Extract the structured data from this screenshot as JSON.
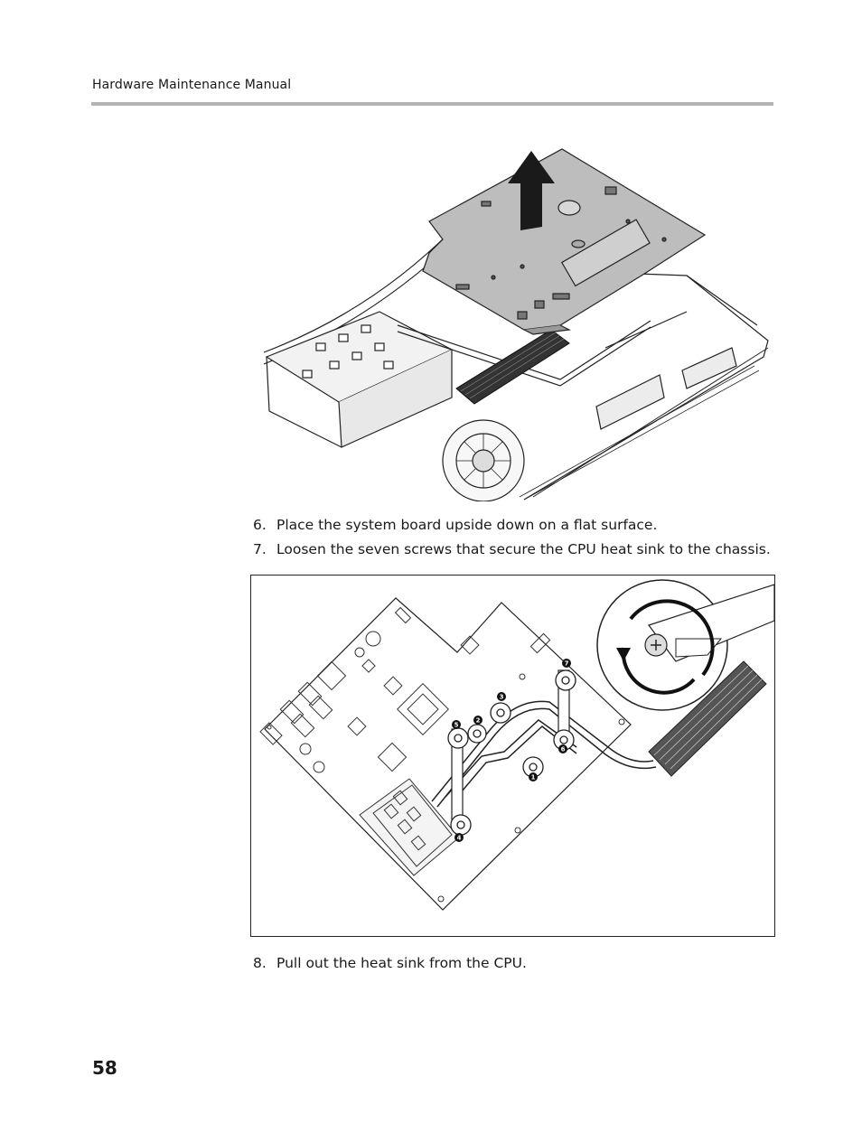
{
  "header": {
    "title": "Hardware Maintenance Manual"
  },
  "steps": [
    {
      "number": "6.",
      "text": "Place the system board upside down on a flat surface."
    },
    {
      "number": "7.",
      "text": "Loosen the seven screws that secure the CPU heat sink to the chassis."
    },
    {
      "number": "8.",
      "text": "Pull out the heat sink from the CPU."
    }
  ],
  "figure2": {
    "screw_callouts": [
      "1",
      "2",
      "3",
      "4",
      "5",
      "6",
      "7"
    ]
  },
  "page_number": "58"
}
